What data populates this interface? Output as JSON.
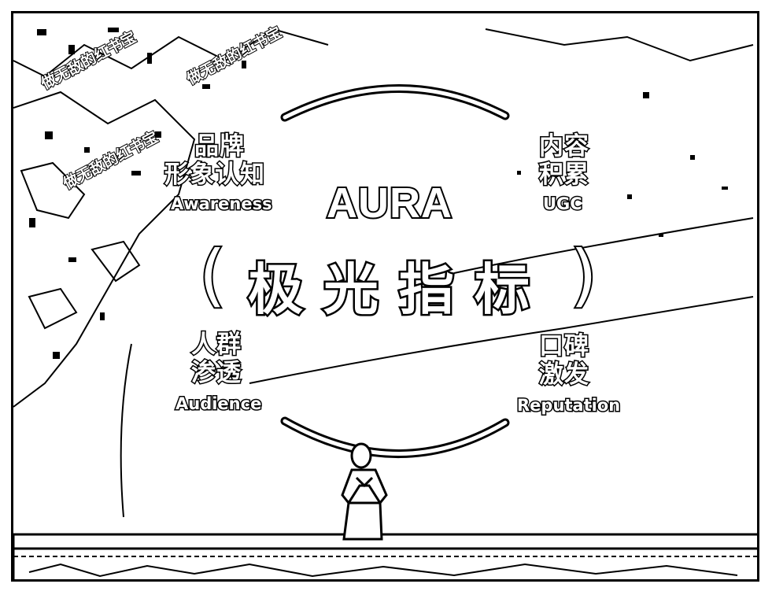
{
  "watermark_text": "做无敌的红书宝",
  "title": {
    "en": "AURA",
    "cn": "极光指标",
    "open_bracket": "(",
    "close_bracket": ")"
  },
  "quadrants": {
    "top_left": {
      "cn_line1": "品牌",
      "cn_line2": "形象认知",
      "en": "Awareness"
    },
    "top_right": {
      "cn_line1": "内容",
      "cn_line2": "积累",
      "en": "UGC"
    },
    "bottom_left": {
      "cn_line1": "人群",
      "cn_line2": "渗透",
      "en": "Audience"
    },
    "bottom_right": {
      "cn_line1": "口碑",
      "cn_line2": "激发",
      "en": "Reputation"
    }
  }
}
